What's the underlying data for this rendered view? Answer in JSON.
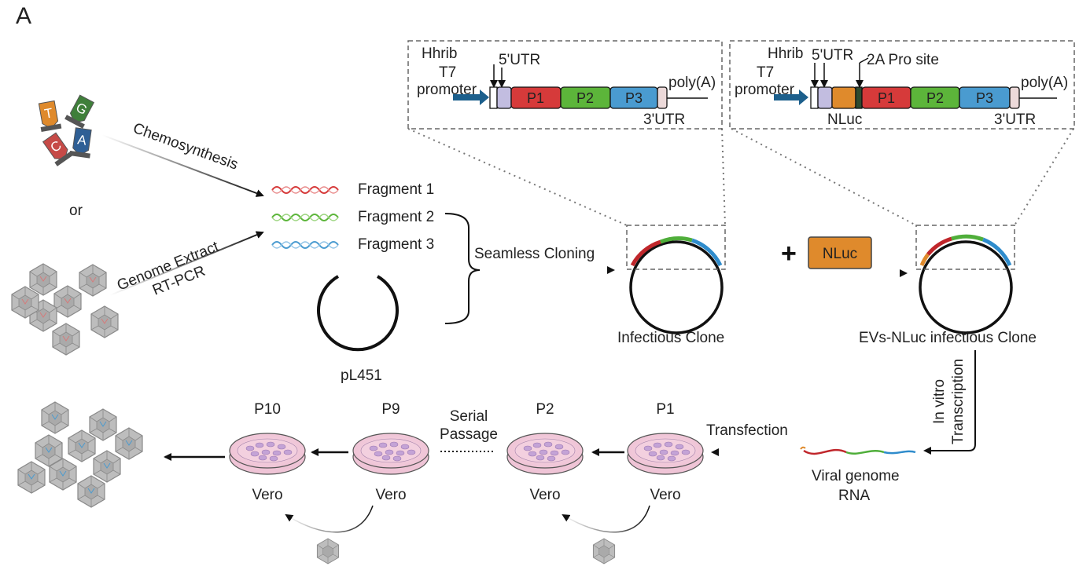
{
  "panel_label": "A",
  "or_label": "or",
  "bases": [
    "T",
    "G",
    "C",
    "A"
  ],
  "colors": {
    "red": "#d63a3a",
    "green": "#5cb53a",
    "blue": "#4a9bd0",
    "orange": "#df8a2c",
    "lilac": "#c2bde0",
    "pink": "#ecd9d9",
    "navy": "#1c5f8c"
  },
  "routes": {
    "chemo": "Chemosynthesis",
    "genome": "Genome Extract",
    "rtpcr": "RT-PCR"
  },
  "fragments": [
    "Fragment 1",
    "Fragment 2",
    "Fragment 3"
  ],
  "vector": "pL451",
  "cloning": "Seamless Cloning",
  "infectious_clone": "Infectious Clone",
  "nluc": "NLuc",
  "plus": "+",
  "evs_clone": "EVs-NLuc infectious Clone",
  "ivt": [
    "In vitro",
    "Transcription"
  ],
  "construct1": {
    "hhrib": "Hhrib",
    "utr5": "5'UTR",
    "t7": "T7",
    "promoter": "promoter",
    "p1": "P1",
    "p2": "P2",
    "p3": "P3",
    "polya": "poly(A)",
    "utr3": "3'UTR"
  },
  "construct2": {
    "hhrib": "Hhrib",
    "utr5": "5'UTR",
    "pro": "2A Pro site",
    "t7": "T7",
    "promoter": "promoter",
    "nluc": "NLuc",
    "p1": "P1",
    "p2": "P2",
    "p3": "P3",
    "polya": "poly(A)",
    "utr3": "3'UTR"
  },
  "viral_rna": [
    "Viral genome",
    "RNA"
  ],
  "transfection": "Transfection",
  "serial": [
    "Serial",
    "Passage"
  ],
  "dishes": [
    {
      "pass": "P10",
      "cell": "Vero"
    },
    {
      "pass": "P9",
      "cell": "Vero"
    },
    {
      "pass": "P2",
      "cell": "Vero"
    },
    {
      "pass": "P1",
      "cell": "Vero"
    }
  ]
}
